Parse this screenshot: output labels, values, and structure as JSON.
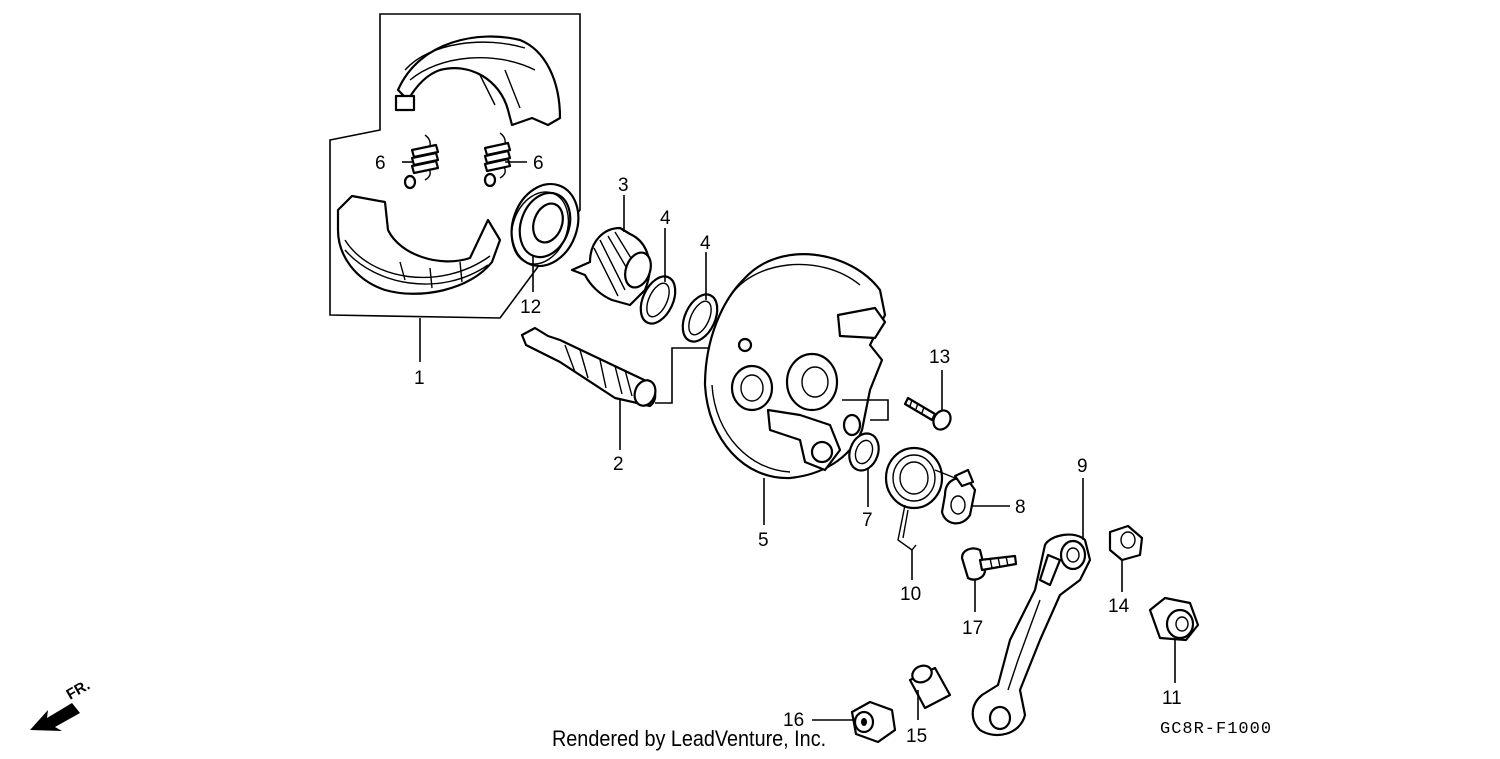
{
  "diagram": {
    "callouts": [
      {
        "id": "1",
        "label": "1"
      },
      {
        "id": "2",
        "label": "2"
      },
      {
        "id": "3",
        "label": "3"
      },
      {
        "id": "4a",
        "label": "4"
      },
      {
        "id": "4b",
        "label": "4"
      },
      {
        "id": "5",
        "label": "5"
      },
      {
        "id": "6a",
        "label": "6"
      },
      {
        "id": "6b",
        "label": "6"
      },
      {
        "id": "7",
        "label": "7"
      },
      {
        "id": "8",
        "label": "8"
      },
      {
        "id": "9",
        "label": "9"
      },
      {
        "id": "10",
        "label": "10"
      },
      {
        "id": "11",
        "label": "11"
      },
      {
        "id": "12",
        "label": "12"
      },
      {
        "id": "13",
        "label": "13"
      },
      {
        "id": "14",
        "label": "14"
      },
      {
        "id": "15",
        "label": "15"
      },
      {
        "id": "16",
        "label": "16"
      },
      {
        "id": "17",
        "label": "17"
      }
    ],
    "direction_label": "FR.",
    "credit": "Rendered by LeadVenture, Inc.",
    "diagram_code": "GC8R-F1000"
  }
}
